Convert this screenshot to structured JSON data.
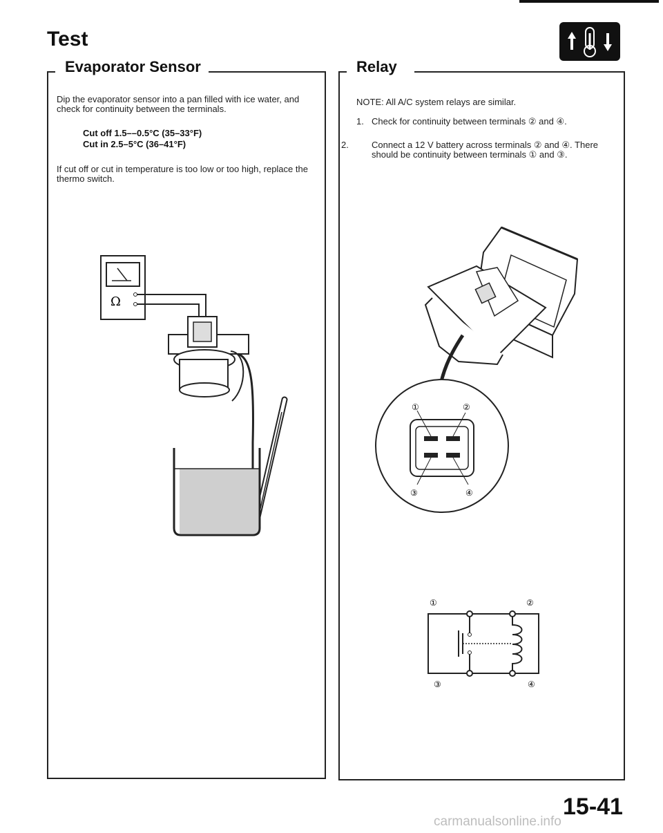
{
  "page": {
    "title": "Test",
    "number": "15-41",
    "watermark": "carmanualsonline.info"
  },
  "evaporator": {
    "heading": "Evaporator Sensor",
    "instruction": "Dip the evaporator sensor into a pan filled with ice water, and check for continuity between the terminals.",
    "cut_off": "Cut off 1.5––0.5°C (35–33°F)",
    "cut_in": "Cut in  2.5–5°C (36–41°F)",
    "note": "If cut off or cut in temperature is too low or too high, replace the thermo switch.",
    "meter_symbol": "Ω"
  },
  "relay": {
    "heading": "Relay",
    "note": "NOTE:  All A/C system relays are similar.",
    "steps": [
      {
        "num": "1.",
        "text": "Check for continuity between terminals ② and ④."
      },
      {
        "num": "2.",
        "text": "Connect a 12 V battery across terminals ② and ④. There should be continuity between terminals ① and ③."
      }
    ],
    "terminals": {
      "t1": "①",
      "t2": "②",
      "t3": "③",
      "t4": "④"
    }
  },
  "icons": {
    "header": "thermometer-arrows-icon"
  }
}
